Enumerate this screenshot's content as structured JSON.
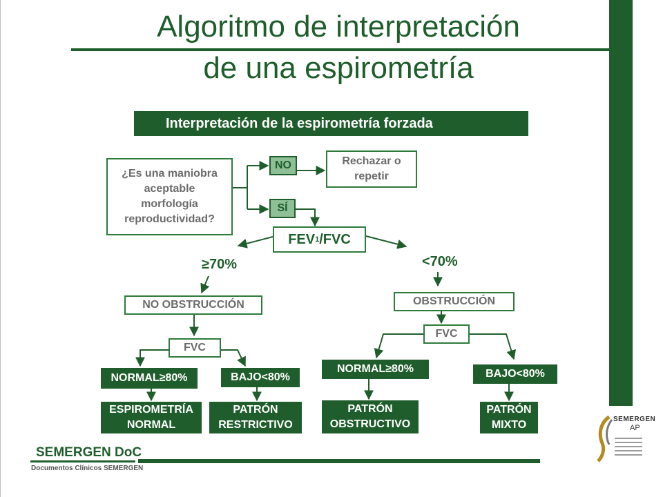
{
  "slide": {
    "title_line1": "Algoritmo de interpretación",
    "title_line2": "de una espirometría"
  },
  "diagram": {
    "header": "Interpretación de la espirometría forzada",
    "question_lines": [
      "¿Es una maniobra",
      "aceptable",
      "morfología",
      "reproductividad?"
    ],
    "no_label": "NO",
    "si_label": "SÍ",
    "reject_lines": [
      "Rechazar o",
      "repetir"
    ],
    "ratio_main": "FEV",
    "ratio_sub": "1",
    "ratio_rest": "/FVC",
    "ge70": "≥70%",
    "lt70": "<70%",
    "no_obstruction": "NO OBSTRUCCIÓN",
    "obstruction": "OBSTRUCCIÓN",
    "fvc_left": "FVC",
    "fvc_right": "FVC",
    "normal_left": "NORMAL≥80%",
    "bajo_left": "BAJO<80%",
    "normal_right": "NORMAL≥80%",
    "bajo_right": "BAJO<80%",
    "result_normal_lines": [
      "ESPIROMETRÍA",
      "NORMAL"
    ],
    "result_restrictive_lines": [
      "PATRÓN",
      "RESTRICTIVO"
    ],
    "result_obstructive_lines": [
      "PATRÓN",
      "OBSTRUCTIVO"
    ],
    "result_mixed_lines": [
      "PATRÓN",
      "MIXTO"
    ]
  },
  "footer": {
    "brand": "SEMERGEN DoC",
    "subtitle": "Documentos Clínicos SEMERGEN"
  },
  "logo": {
    "name": "SEMERGEN",
    "suffix": "AP"
  },
  "colors": {
    "brand_green": "#1f5e2c",
    "tag_green": "#8fbf97",
    "text_gray": "#6b6b6b"
  }
}
